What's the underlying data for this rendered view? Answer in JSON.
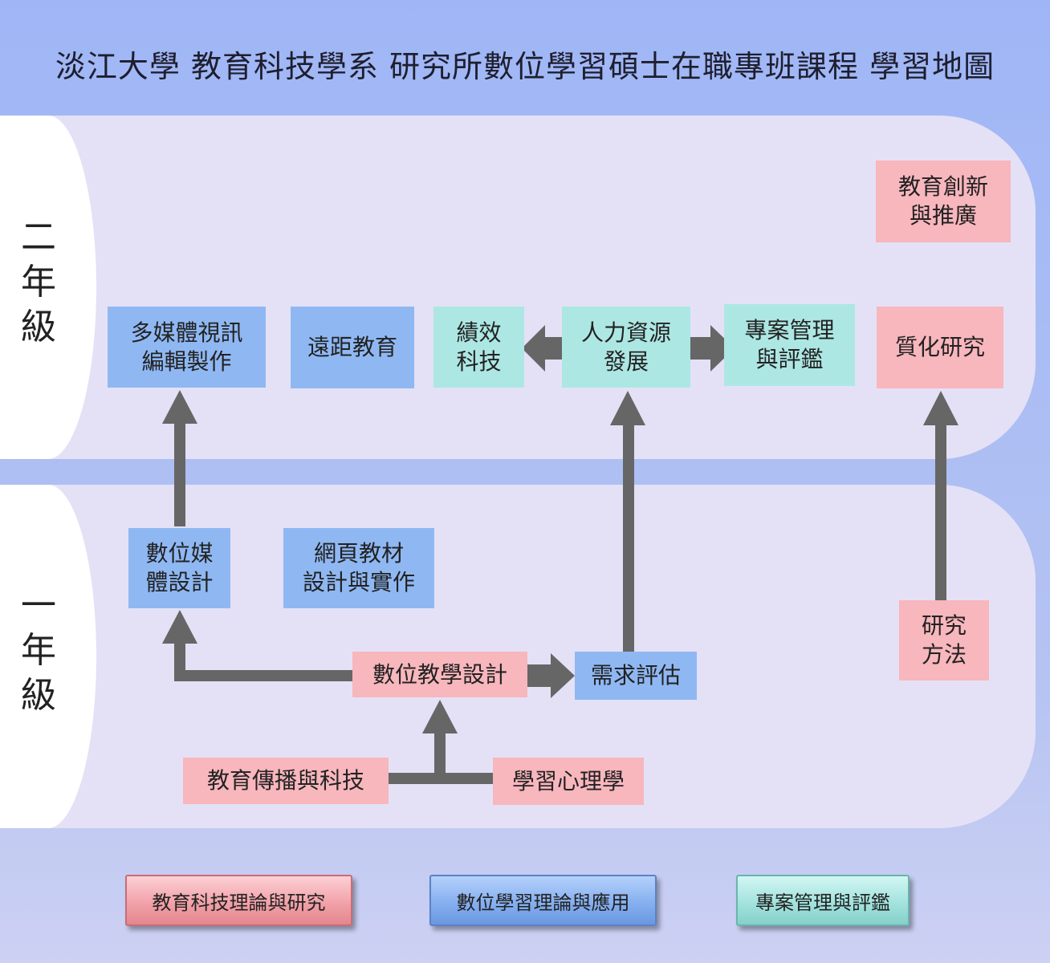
{
  "title": "淡江大學 教育科技學系 研究所數位學習碩士在職專班課程 學習地圖",
  "year_labels": {
    "year2": "二\n年\n級",
    "year1": "一\n年\n級"
  },
  "courses": {
    "edu_innovation": "教育創新\n與推廣",
    "multimedia_editing": "多媒體視訊\n編輯製作",
    "distance_edu": "遠距教育",
    "performance_tech": "績效\n科技",
    "hrd": "人力資源\n發展",
    "project_mgmt": "專案管理\n與評鑑",
    "qualitative_research": "質化研究",
    "digital_media_design": "數位媒\n體設計",
    "web_material": "網頁教材\n設計與實作",
    "research_methods": "研究\n方法",
    "digital_instruction_design": "數位教學設計",
    "needs_assessment": "需求評估",
    "edu_comm_tech": "教育傳播與科技",
    "learning_psych": "學習心理學"
  },
  "legend": {
    "theory_research": "教育科技理論與研究",
    "digital_learning": "數位學習理論與應用",
    "project_eval": "專案管理與評鑑"
  },
  "colors": {
    "theory_research": "#f8b6bd",
    "digital_learning": "#8fb8f3",
    "project_eval": "#ade7e3",
    "arrow": "#666666"
  }
}
